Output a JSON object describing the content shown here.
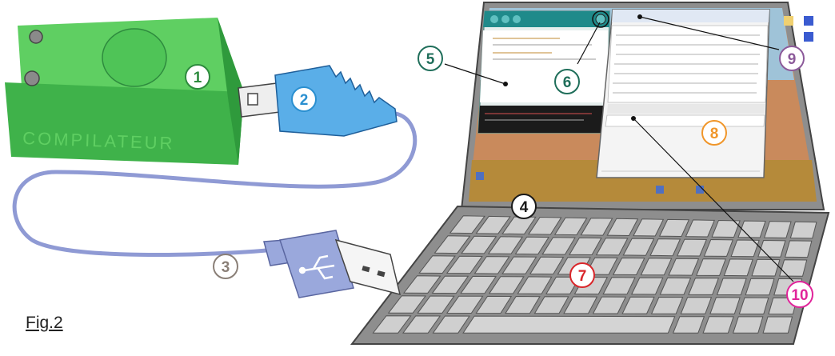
{
  "figure": {
    "label": "Fig.2"
  },
  "device": {
    "engraving": "COMPILATEUR"
  },
  "callouts": [
    {
      "id": "1",
      "color": "#2e8b3e"
    },
    {
      "id": "2",
      "color": "#2a8fd0"
    },
    {
      "id": "3",
      "color": "#8a7f77"
    },
    {
      "id": "4",
      "color": "#1a1a1a"
    },
    {
      "id": "5",
      "color": "#1f6e5a"
    },
    {
      "id": "6",
      "color": "#1f6e5a"
    },
    {
      "id": "7",
      "color": "#d9262a"
    },
    {
      "id": "8",
      "color": "#f0962a"
    },
    {
      "id": "9",
      "color": "#8c5a9a"
    },
    {
      "id": "10",
      "color": "#e0249a"
    }
  ],
  "colors": {
    "device_green": "#3fb24a",
    "connector_blue": "#5aaee8",
    "usb_purple": "#9aa8dc",
    "cable": "#8f9ad4",
    "laptop_gray": "#8e8e8e",
    "key_gray": "#cfcfcf"
  }
}
